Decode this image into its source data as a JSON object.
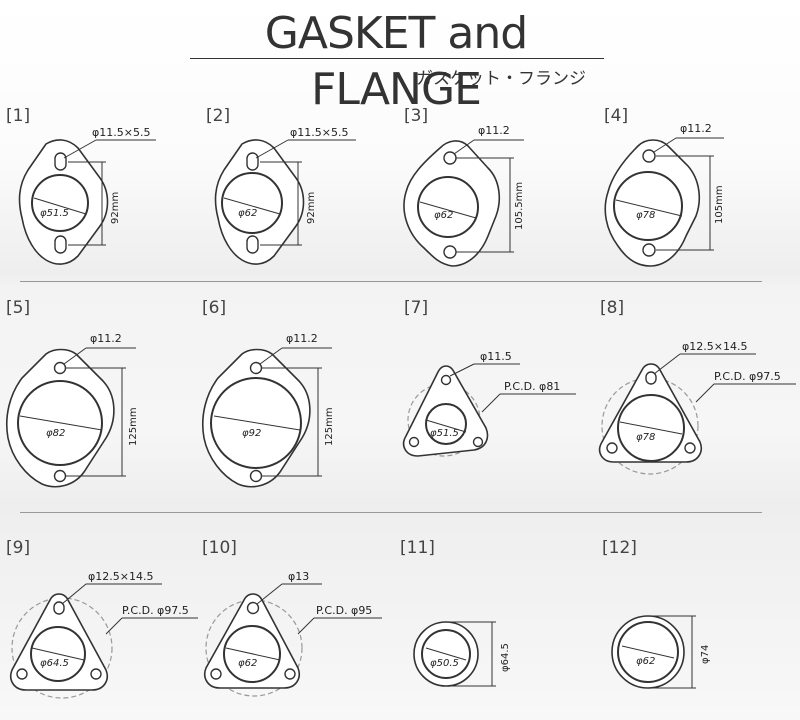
{
  "header": {
    "title": "GASKET and FLANGE",
    "subtitle": "ガスケット・フランジ"
  },
  "items": [
    {
      "num": "[1]",
      "type": "oval2",
      "hole_label": "φ11.5×5.5",
      "bore_label": "φ51.5",
      "dim_label": "92mm"
    },
    {
      "num": "[2]",
      "type": "oval2",
      "hole_label": "φ11.5×5.5",
      "bore_label": "φ62",
      "dim_label": "92mm"
    },
    {
      "num": "[3]",
      "type": "round2",
      "hole_label": "φ11.2",
      "bore_label": "φ62",
      "dim_label": "105.5mm"
    },
    {
      "num": "[4]",
      "type": "round2",
      "hole_label": "φ11.2",
      "bore_label": "φ78",
      "dim_label": "105mm"
    },
    {
      "num": "[5]",
      "type": "round2",
      "hole_label": "φ11.2",
      "bore_label": "φ82",
      "dim_label": "125mm"
    },
    {
      "num": "[6]",
      "type": "round2",
      "hole_label": "φ11.2",
      "bore_label": "φ92",
      "dim_label": "125mm"
    },
    {
      "num": "[7]",
      "type": "tri",
      "hole_label": "φ11.5",
      "bore_label": "φ51.5",
      "pcd_label": "P.C.D. φ81"
    },
    {
      "num": "[8]",
      "type": "tri",
      "hole_label": "φ12.5×14.5",
      "bore_label": "φ78",
      "pcd_label": "P.C.D. φ97.5"
    },
    {
      "num": "[9]",
      "type": "tri",
      "hole_label": "φ12.5×14.5",
      "bore_label": "φ64.5",
      "pcd_label": "P.C.D. φ97.5"
    },
    {
      "num": "[10]",
      "type": "tri",
      "hole_label": "φ13",
      "bore_label": "φ62",
      "pcd_label": "P.C.D. φ95"
    },
    {
      "num": "[11]",
      "type": "ring",
      "bore_label": "φ50.5",
      "dim_label": "φ64.5"
    },
    {
      "num": "[12]",
      "type": "ring",
      "bore_label": "φ62",
      "dim_label": "φ74"
    }
  ]
}
